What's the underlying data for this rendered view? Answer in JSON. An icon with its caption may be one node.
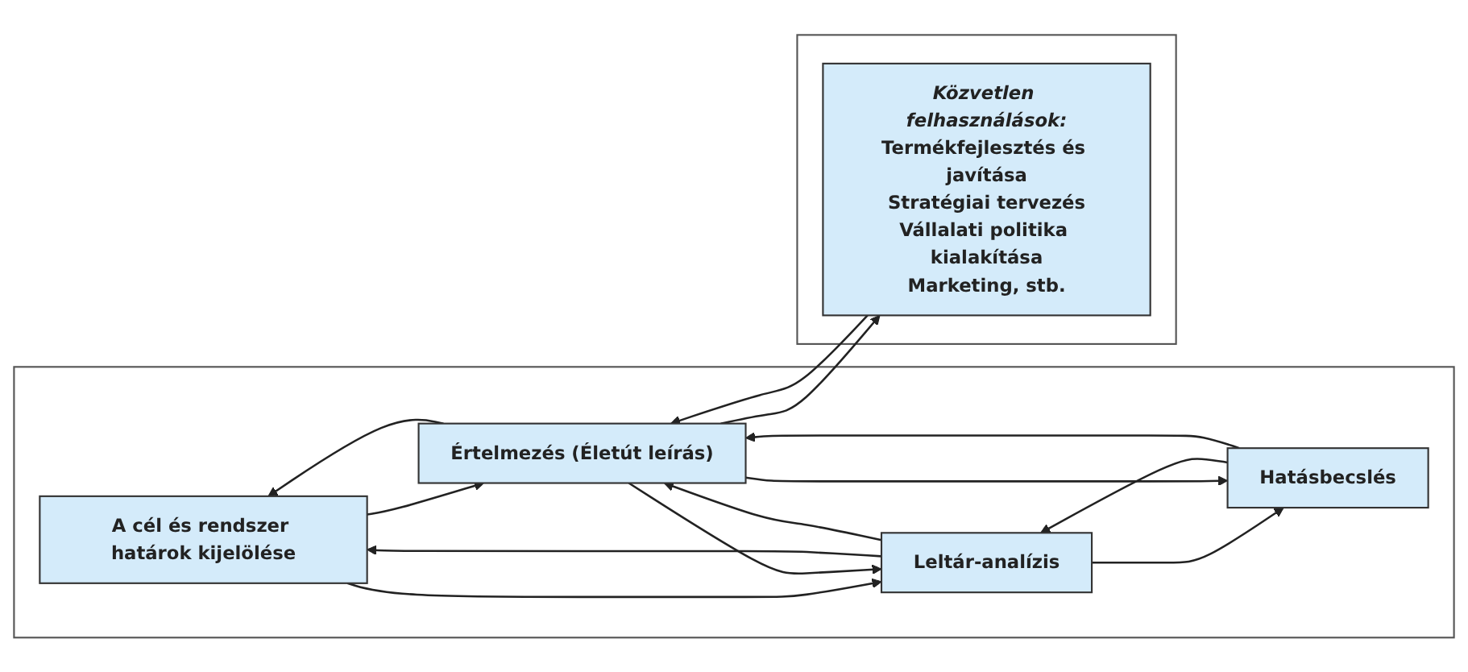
{
  "diagram": {
    "nodes": [
      {
        "text": [],
        "shape": "box"
      },
      {
        "text": [
          "A cél és rendszer határok kijelölése"
        ],
        "in": 0
      },
      {
        "text": [
          "Leltár-analízis"
        ],
        "in": 0
      },
      {
        "text": [
          "Hatásbecslés"
        ],
        "in": 0
      },
      {
        "text": [
          "Értelmezés (Életút leírás)"
        ],
        "in": 0
      },
      {
        "text": [],
        "shape": "box"
      },
      {
        "text": [
          "Közvetlen felhasználások:",
          "Termékfejlesztés és javítása",
          "Stratégiai tervezés",
          "Vállalati politika kialakítása",
          "Marketing, stb."
        ],
        "in": 5
      }
    ],
    "edges": [
      {
        "from": 1,
        "to": 4,
        "arrow": "to"
      },
      {
        "from": 4,
        "to": 1,
        "arrow": "to"
      },
      {
        "from": 1,
        "to": 2,
        "arrow": "to"
      },
      {
        "from": 2,
        "to": 1,
        "arrow": "to"
      },
      {
        "from": 2,
        "to": 4,
        "arrow": "to"
      },
      {
        "from": 4,
        "to": 2,
        "arrow": "to"
      },
      {
        "from": 2,
        "to": 3,
        "arrow": "to"
      },
      {
        "from": 3,
        "to": 2,
        "arrow": "to"
      },
      {
        "from": 3,
        "to": 4,
        "arrow": "to"
      },
      {
        "from": 4,
        "to": 3,
        "arrow": "to"
      },
      {
        "from": 4,
        "to": 6,
        "arrow": "to"
      },
      {
        "from": 6,
        "to": 4,
        "arrow": "to"
      }
    ]
  }
}
